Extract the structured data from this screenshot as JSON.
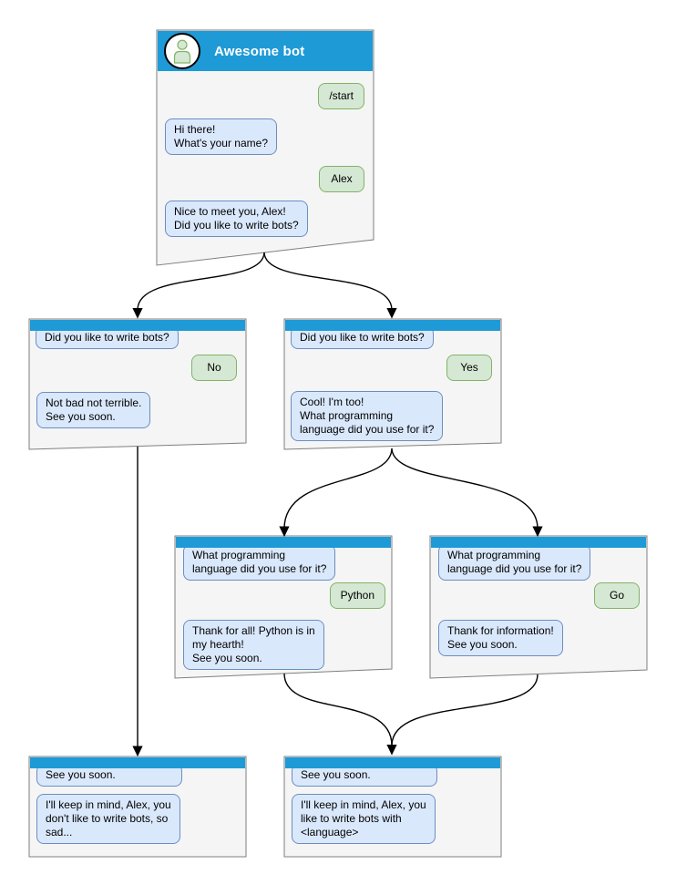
{
  "palette": {
    "titlebar_blue": "#1e9ad6",
    "window_fill": "#f5f5f5",
    "window_border": "#7f7f7f",
    "bot_bubble_fill": "#dae8fc",
    "bot_bubble_border": "#6c8ebf",
    "user_bubble_fill": "#d5e8d4",
    "user_bubble_border": "#82b366",
    "arrow_color": "#000000",
    "title_text": "#ffffff"
  },
  "icons": {
    "avatar": "person-icon"
  },
  "windows": [
    {
      "id": "main",
      "title": "Awesome bot",
      "messages": [
        {
          "from": "user",
          "text": "/start"
        },
        {
          "from": "bot",
          "text": "Hi there!\nWhat's your name?"
        },
        {
          "from": "user",
          "text": "Alex"
        },
        {
          "from": "bot",
          "text": "Nice to meet you, Alex!\nDid you like to write bots?"
        }
      ]
    },
    {
      "id": "branch-no",
      "messages": [
        {
          "from": "bot",
          "text": "Did you like to write bots?"
        },
        {
          "from": "user",
          "text": "No"
        },
        {
          "from": "bot",
          "text": "Not bad not terrible.\nSee you soon."
        }
      ]
    },
    {
      "id": "branch-yes",
      "messages": [
        {
          "from": "bot",
          "text": "Did you like to write bots?"
        },
        {
          "from": "user",
          "text": "Yes"
        },
        {
          "from": "bot",
          "text": "Cool! I'm too!\nWhat programming\nlanguage did you use for it?"
        }
      ]
    },
    {
      "id": "branch-python",
      "messages": [
        {
          "from": "bot",
          "text": "What programming\nlanguage did you use for it?"
        },
        {
          "from": "user",
          "text": "Python"
        },
        {
          "from": "bot",
          "text": "Thank for all! Python is in\nmy hearth!\nSee you soon."
        }
      ]
    },
    {
      "id": "branch-go",
      "messages": [
        {
          "from": "bot",
          "text": "What programming\nlanguage did you use for it?"
        },
        {
          "from": "user",
          "text": "Go"
        },
        {
          "from": "bot",
          "text": "Thank for information!\nSee you soon."
        }
      ]
    },
    {
      "id": "end-no",
      "messages": [
        {
          "from": "bot",
          "text": "See you soon."
        },
        {
          "from": "bot",
          "text": "I'll keep in mind, Alex, you\ndon't like to write bots, so\nsad..."
        }
      ]
    },
    {
      "id": "end-yes",
      "messages": [
        {
          "from": "bot",
          "text": "See you soon."
        },
        {
          "from": "bot",
          "text": "I'll keep in mind, Alex, you\nlike to write bots with\n<language>"
        }
      ]
    }
  ],
  "edges": [
    {
      "from": "main",
      "to": "branch-no"
    },
    {
      "from": "main",
      "to": "branch-yes"
    },
    {
      "from": "branch-no",
      "to": "end-no"
    },
    {
      "from": "branch-yes",
      "to": "branch-python"
    },
    {
      "from": "branch-yes",
      "to": "branch-go"
    },
    {
      "from": "branch-python",
      "to": "end-yes"
    },
    {
      "from": "branch-go",
      "to": "end-yes"
    }
  ]
}
